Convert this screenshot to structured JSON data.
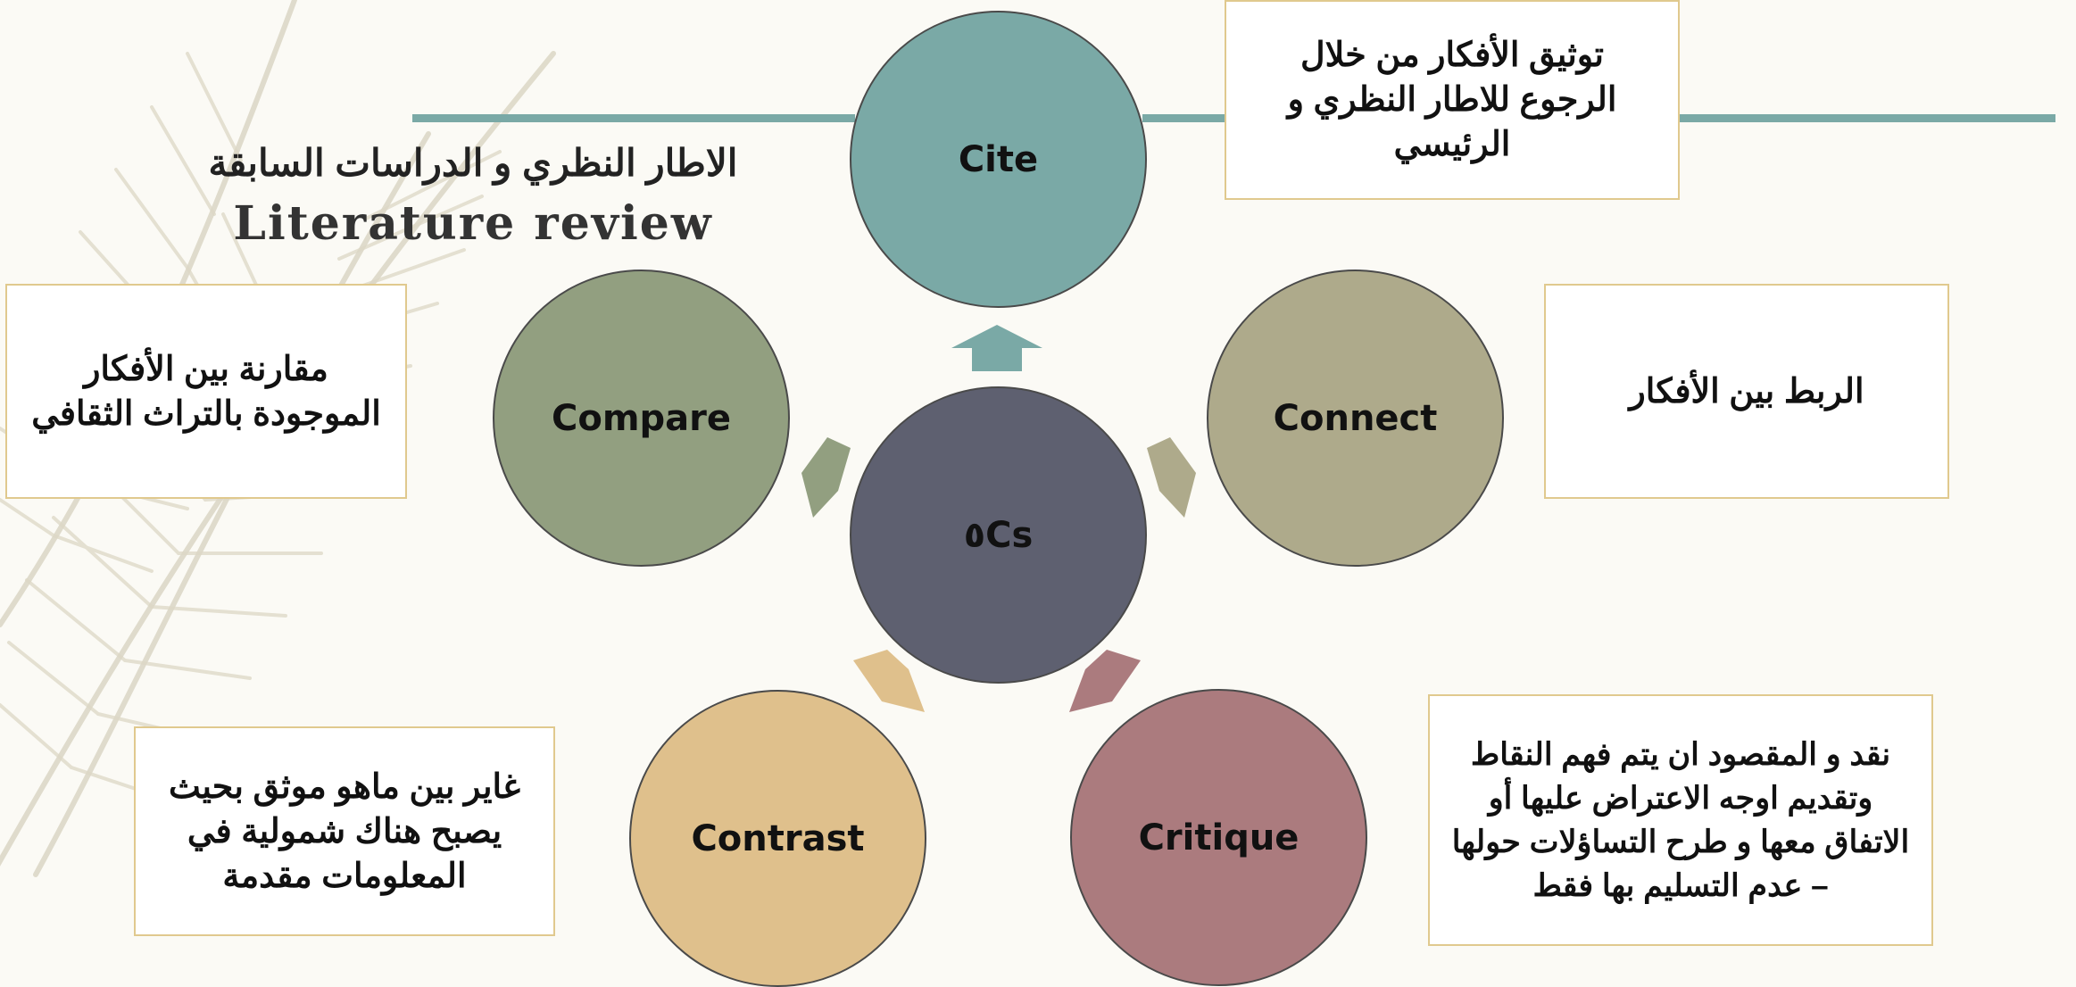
{
  "title": {
    "arabic": "الاطار النظري و الدراسات السابقة",
    "english": "Literature review"
  },
  "center": {
    "label": "٥Cs",
    "color": "#5e6070"
  },
  "nodes": [
    {
      "id": "cite",
      "label": "Cite",
      "color": "#7aa9a6",
      "description": "توثيق الأفكار من خلال الرجوع للاطار النظري و الرئيسي"
    },
    {
      "id": "connect",
      "label": "Connect",
      "color": "#aeaa8b",
      "description": "الربط بين الأفكار"
    },
    {
      "id": "critique",
      "label": "Critique",
      "color": "#ab7b7e",
      "description": "نقد و المقصود ان يتم فهم النقاط وتقديم اوجه الاعتراض عليها أو الاتفاق معها و طرح التساؤلات حولها – عدم التسليم بها فقط"
    },
    {
      "id": "contrast",
      "label": "Contrast",
      "color": "#dfc08c",
      "description": "غاير بين ماهو موثق بحيث يصبح هناك شمولية في المعلومات مقدمة"
    },
    {
      "id": "compare",
      "label": "Compare",
      "color": "#929f80",
      "description": "مقارنة بين الأفكار الموجودة بالتراث الثقافي"
    }
  ],
  "colors": {
    "background": "#fbfaf5",
    "rule": "#7aa9a6",
    "box_border": "#e0c98e",
    "fern": "#d8d3c0"
  }
}
